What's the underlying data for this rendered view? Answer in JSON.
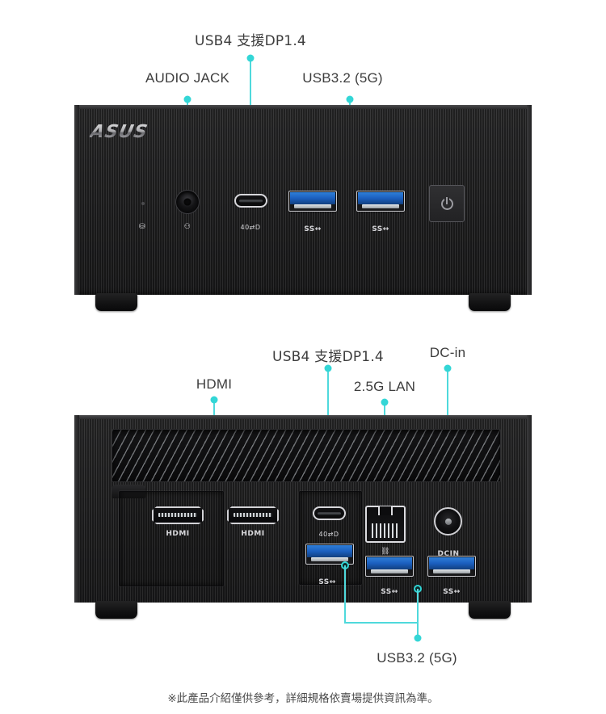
{
  "accent_color": "#33d6d6",
  "background_color": "#ffffff",
  "chassis_color": "#262627",
  "brand": "ASUS",
  "front_panel": {
    "name": "front-panel",
    "callouts": [
      {
        "id": "audio-jack",
        "label": "AUDIO JACK"
      },
      {
        "id": "usb4-dp",
        "label": "USB4 支援DP1.4"
      },
      {
        "id": "usb32-5g",
        "label": "USB3.2 (5G)"
      }
    ],
    "port_markings": [
      {
        "id": "hdd-led",
        "glyph": "⛁"
      },
      {
        "id": "audio-mic",
        "glyph": "⚇"
      },
      {
        "id": "usb4-mark",
        "glyph": "40⇄D"
      },
      {
        "id": "usb-ss-1",
        "glyph": "SS↔"
      },
      {
        "id": "usb-ss-2",
        "glyph": "SS↔"
      }
    ]
  },
  "rear_panel": {
    "name": "rear-panel",
    "callouts": [
      {
        "id": "hdmi",
        "label": "HDMI"
      },
      {
        "id": "usb4-dp",
        "label": "USB4 支援DP1.4"
      },
      {
        "id": "lan",
        "label": "2.5G LAN"
      },
      {
        "id": "dc-in",
        "label": "DC-in"
      },
      {
        "id": "usb32-5g",
        "label": "USB3.2 (5G)"
      }
    ],
    "port_markings": [
      {
        "id": "hdmi-1",
        "glyph": "HDMI"
      },
      {
        "id": "hdmi-2",
        "glyph": "HDMI"
      },
      {
        "id": "usb4-mark",
        "glyph": "40⇄D"
      },
      {
        "id": "usb-ss-c",
        "glyph": "SS↔"
      },
      {
        "id": "lan-mark",
        "glyph": "⛓"
      },
      {
        "id": "dcin-mark",
        "glyph": "DCIN"
      },
      {
        "id": "usb-ss-1",
        "glyph": "SS↔"
      },
      {
        "id": "usb-ss-2",
        "glyph": "SS↔"
      }
    ]
  },
  "footer": {
    "note": "※此產品介紹僅供參考，詳細規格依賣場提供資訊為準。"
  }
}
